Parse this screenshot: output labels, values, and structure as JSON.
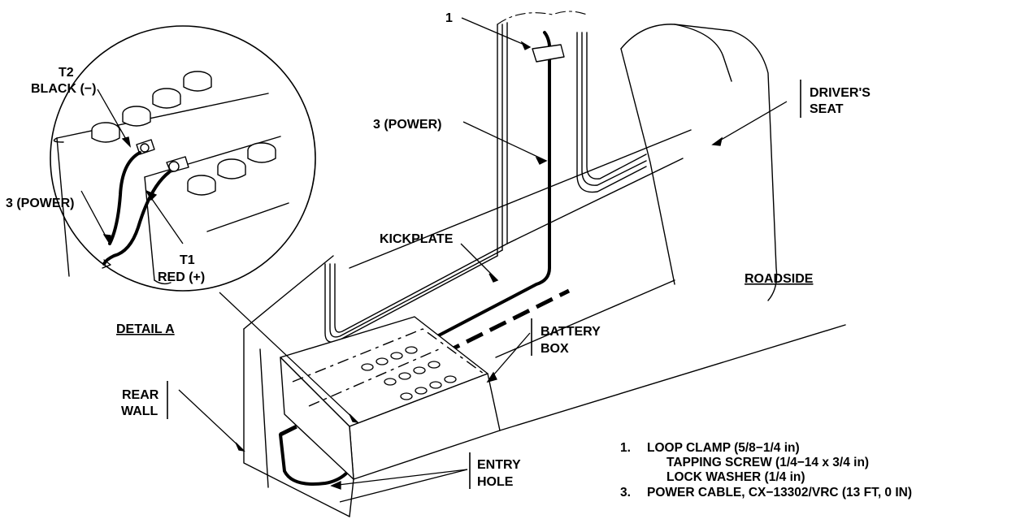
{
  "callouts": {
    "item1": "1",
    "power_main": "3 (POWER)",
    "drivers_seat_line1": "DRIVER'S",
    "drivers_seat_line2": "SEAT",
    "kickplate": "KICKPLATE",
    "roadside": "ROADSIDE",
    "battery_box_line1": "BATTERY",
    "battery_box_line2": "BOX",
    "rear_wall_line1": "REAR",
    "rear_wall_line2": "WALL",
    "entry_hole_line1": "ENTRY",
    "entry_hole_line2": "HOLE"
  },
  "detail": {
    "title": "DETAIL A",
    "t2_line1": "T2",
    "t2_line2": "BLACK (−)",
    "power": "3 (POWER)",
    "t1_line1": "T1",
    "t1_line2": "RED (+)"
  },
  "legend": [
    {
      "num": "1.",
      "lines": [
        "LOOP CLAMP (5/8−1/4 in)",
        "TAPPING SCREW (1/4−14 x 3/4 in)",
        "LOCK WASHER (1/4 in)"
      ]
    },
    {
      "num": "3.",
      "lines": [
        "POWER CABLE, CX−13302/VRC (13 FT, 0 IN)"
      ]
    }
  ]
}
